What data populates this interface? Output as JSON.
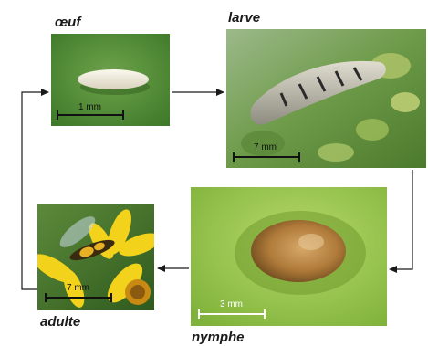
{
  "stages": {
    "egg": {
      "label": "œuf",
      "scale": "1 mm",
      "scale_color": "#111111"
    },
    "larva": {
      "label": "larve",
      "scale": "7 mm",
      "scale_color": "#111111"
    },
    "pupa": {
      "label": "nymphe",
      "scale": "3 mm",
      "scale_color": "#ffffff"
    },
    "adult": {
      "label": "adulte",
      "scale": "7 mm",
      "scale_color": "#111111"
    }
  },
  "colors": {
    "arrow": "#1a1a1a"
  }
}
